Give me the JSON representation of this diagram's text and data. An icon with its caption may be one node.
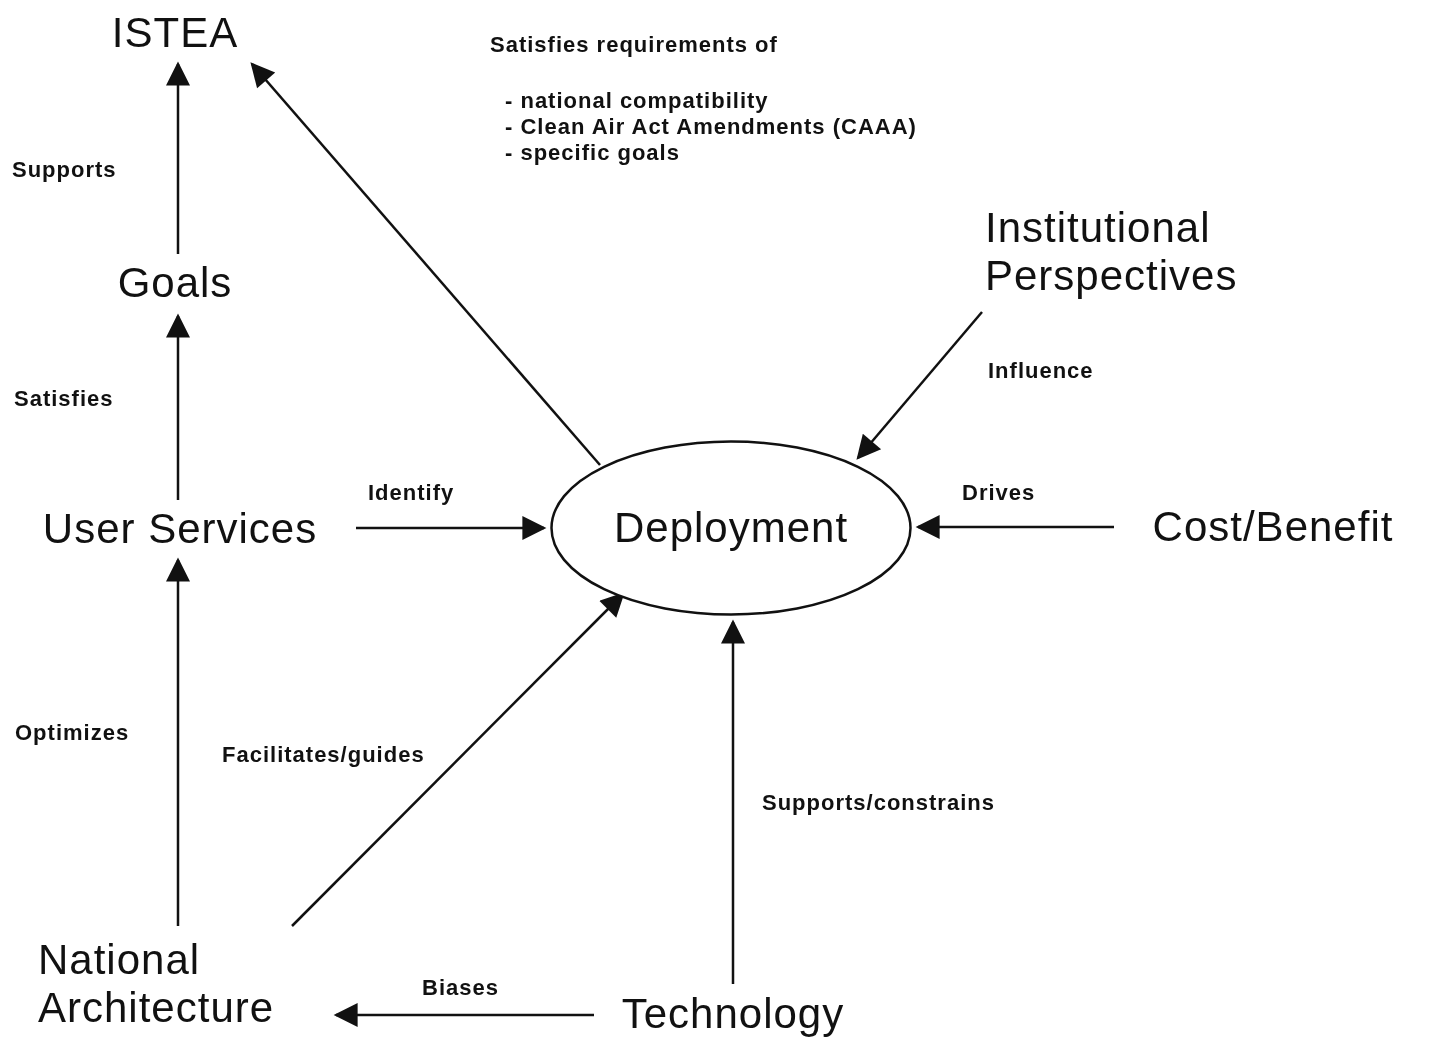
{
  "diagram": {
    "nodes": [
      {
        "text": [
          "ISTEA"
        ]
      },
      {
        "text": [
          "Goals"
        ]
      },
      {
        "text": [
          "User Services"
        ]
      },
      {
        "text": [
          "Deployment"
        ]
      },
      {
        "text": [
          "Institutional Perspectives"
        ]
      },
      {
        "text": [
          "Cost/Benefit"
        ]
      },
      {
        "text": [
          "National Architecture"
        ]
      },
      {
        "text": [
          "Technology"
        ]
      }
    ],
    "edges": [
      {
        "from": 1,
        "to": 0,
        "arrow": "to",
        "label": "Supports"
      },
      {
        "from": 2,
        "to": 1,
        "arrow": "to",
        "label": "Satisfies"
      },
      {
        "from": 3,
        "to": 0,
        "arrow": "to"
      },
      {
        "from": 2,
        "to": 3,
        "arrow": "to",
        "label": "Identify"
      },
      {
        "from": 4,
        "to": 3,
        "arrow": "to",
        "label": "Influence"
      },
      {
        "from": 5,
        "to": 3,
        "arrow": "to",
        "label": "Drives"
      },
      {
        "from": 6,
        "to": 2,
        "arrow": "to",
        "label": "Optimizes"
      },
      {
        "from": 6,
        "to": 3,
        "arrow": "to",
        "label": "Facilitates/guides"
      },
      {
        "from": 7,
        "to": 3,
        "arrow": "to",
        "label": "Supports/constrains"
      },
      {
        "from": 7,
        "to": 6,
        "arrow": "to",
        "label": "Biases"
      }
    ],
    "labels": [
      "Satisfies requirements of",
      "- national compatibility",
      "- Clean Air Act Amendments (CAAA)",
      "- specific goals"
    ]
  }
}
